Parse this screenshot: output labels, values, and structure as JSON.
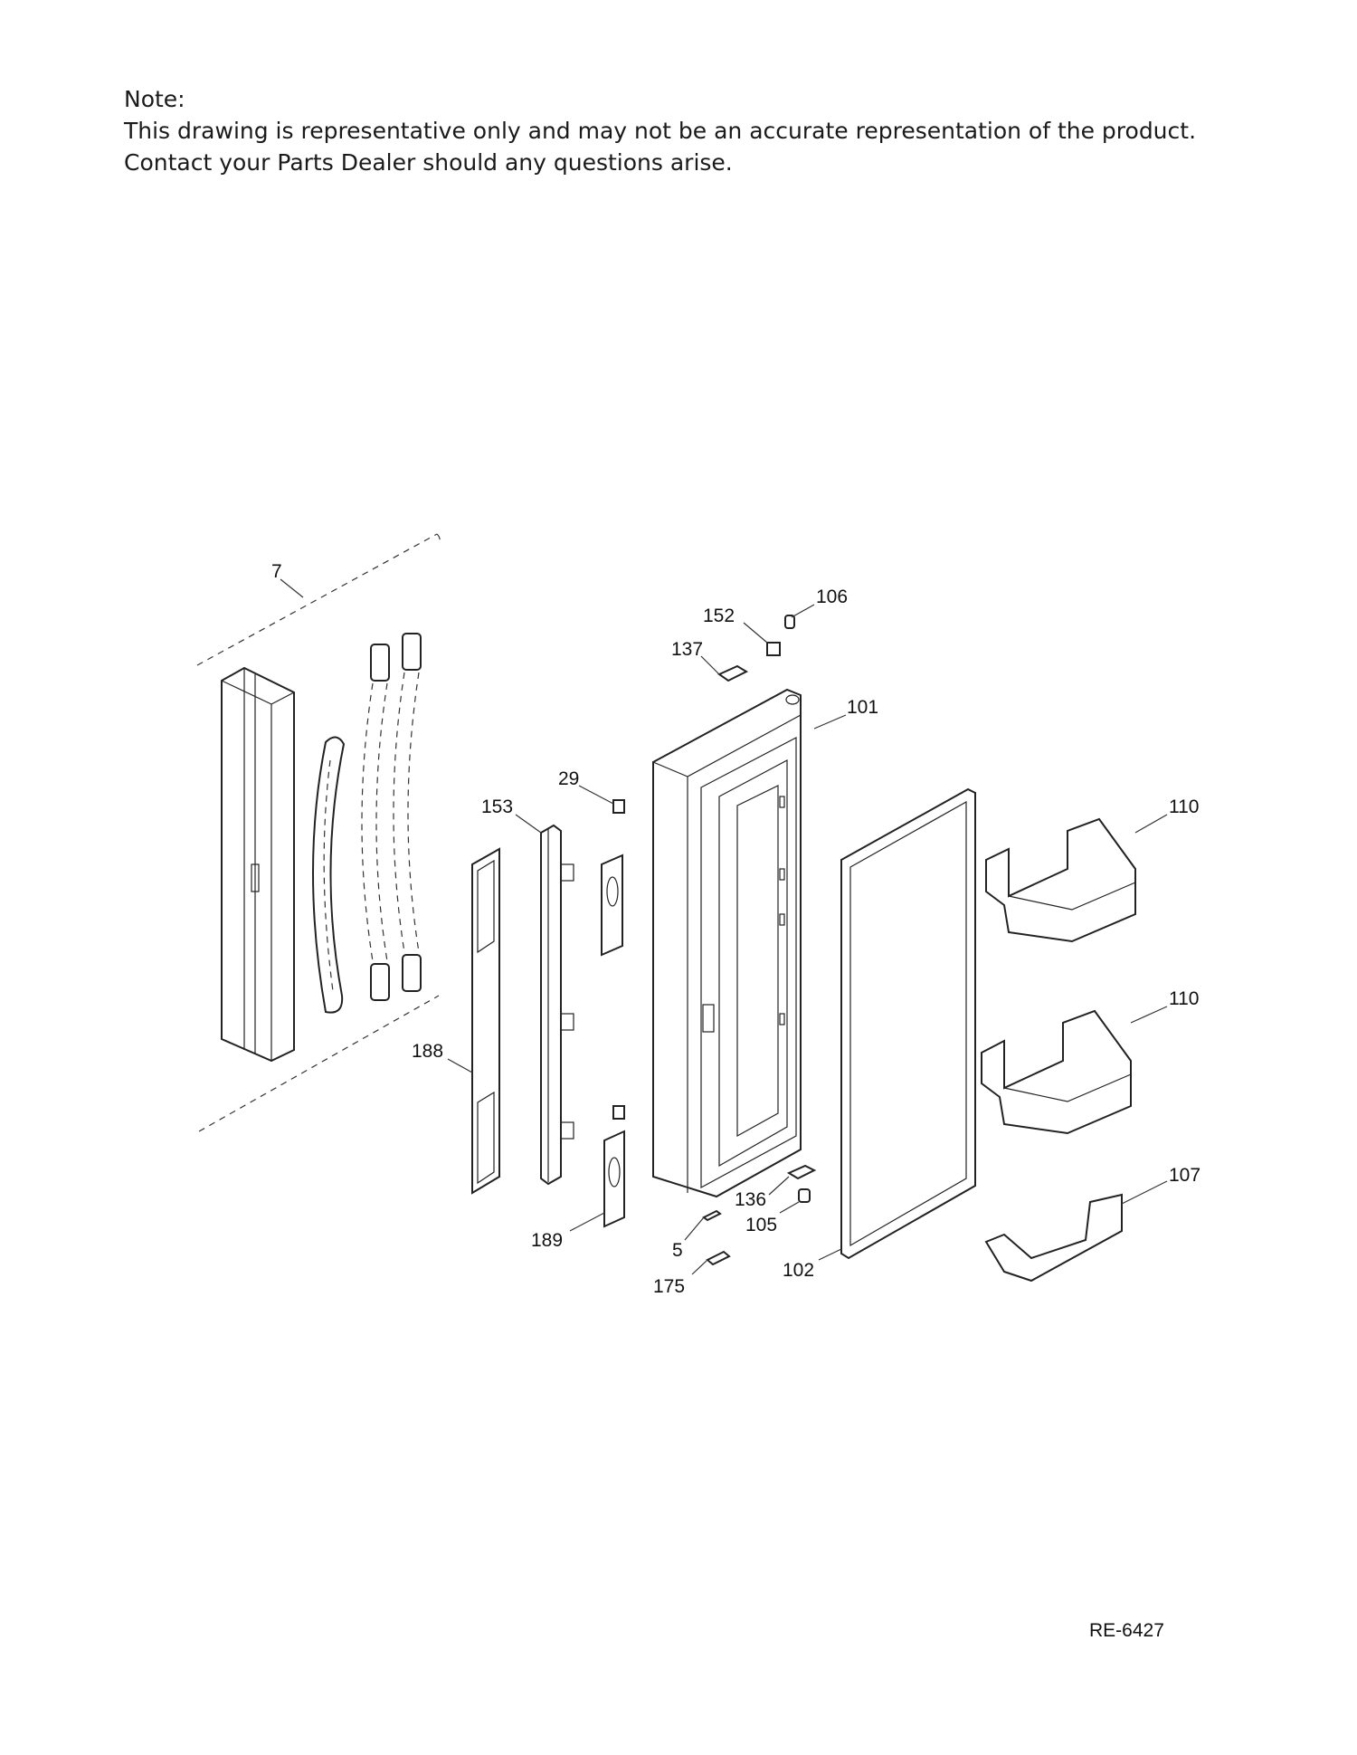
{
  "note": {
    "heading": "Note:",
    "line1": "This drawing is representative only and may not be an accurate representation of the product.",
    "line2": "Contact your Parts Dealer should any questions arise."
  },
  "callouts": {
    "c7": "7",
    "c152": "152",
    "c106": "106",
    "c137": "137",
    "c101": "101",
    "c29": "29",
    "c153": "153",
    "c110a": "110",
    "c110b": "110",
    "c188": "188",
    "c136": "136",
    "c105": "105",
    "c107": "107",
    "c189": "189",
    "c5": "5",
    "c102": "102",
    "c175": "175"
  },
  "drawing_id": "RE-6427"
}
